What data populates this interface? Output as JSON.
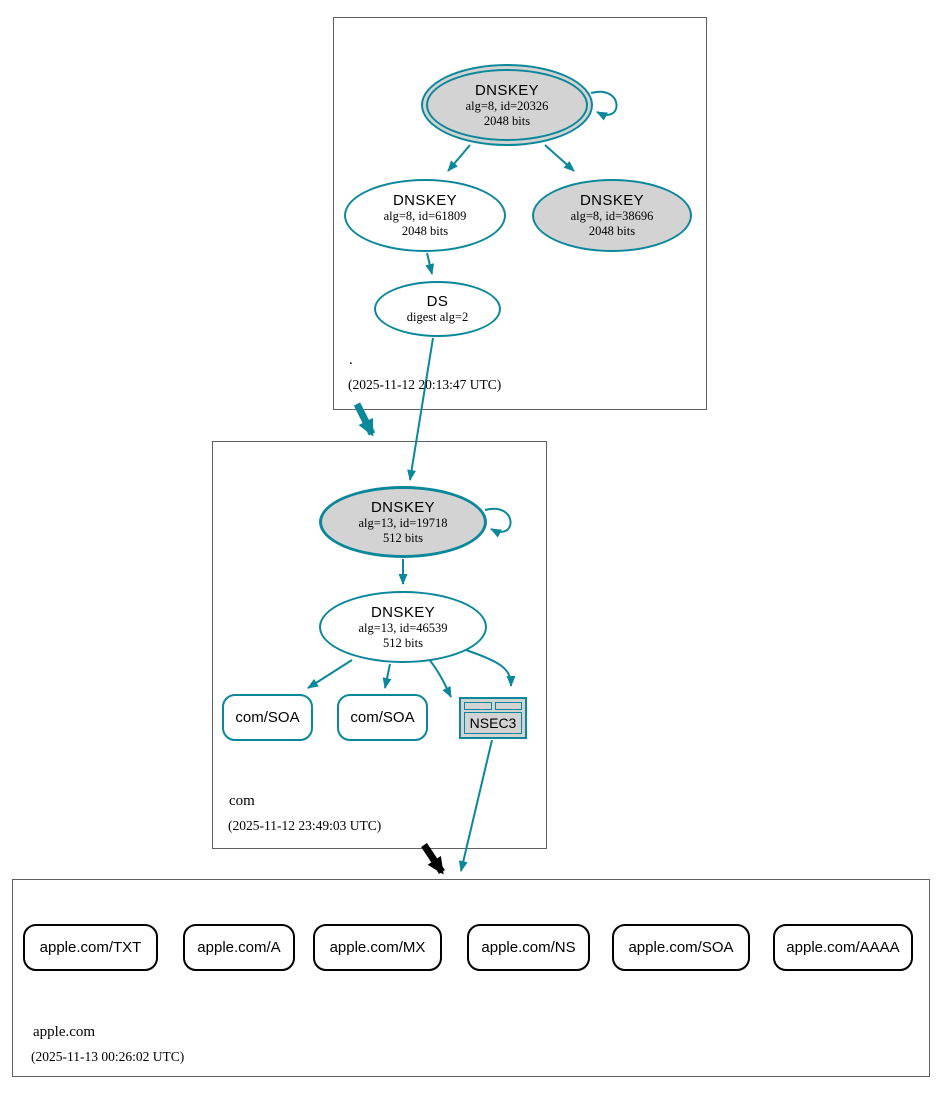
{
  "diagram": {
    "type": "dnssec-authentication-chain",
    "colors": {
      "secure_edge": "#0a879a",
      "insecure_edge": "#000000",
      "node_fill_gray": "#d3d3d3",
      "zone_border": "#606060"
    }
  },
  "zones": {
    "root": {
      "name": ".",
      "timestamp": "(2025-11-12 20:13:47 UTC)",
      "nodes": {
        "ksk": {
          "title": "DNSKEY",
          "detail": "alg=8, id=20326",
          "bits": "2048 bits"
        },
        "zsk": {
          "title": "DNSKEY",
          "detail": "alg=8, id=61809",
          "bits": "2048 bits"
        },
        "key2": {
          "title": "DNSKEY",
          "detail": "alg=8, id=38696",
          "bits": "2048 bits"
        },
        "ds": {
          "title": "DS",
          "detail": "digest alg=2"
        }
      }
    },
    "com": {
      "name": "com",
      "timestamp": "(2025-11-12 23:49:03 UTC)",
      "nodes": {
        "ksk": {
          "title": "DNSKEY",
          "detail": "alg=13, id=19718",
          "bits": "512 bits"
        },
        "zsk": {
          "title": "DNSKEY",
          "detail": "alg=13, id=46539",
          "bits": "512 bits"
        },
        "soa1": {
          "label": "com/SOA"
        },
        "soa2": {
          "label": "com/SOA"
        },
        "nsec3": {
          "label": "NSEC3"
        }
      }
    },
    "apple": {
      "name": "apple.com",
      "timestamp": "(2025-11-13 00:26:02 UTC)",
      "rrsets": [
        {
          "label": "apple.com/TXT"
        },
        {
          "label": "apple.com/A"
        },
        {
          "label": "apple.com/MX"
        },
        {
          "label": "apple.com/NS"
        },
        {
          "label": "apple.com/SOA"
        },
        {
          "label": "apple.com/AAAA"
        }
      ]
    }
  }
}
